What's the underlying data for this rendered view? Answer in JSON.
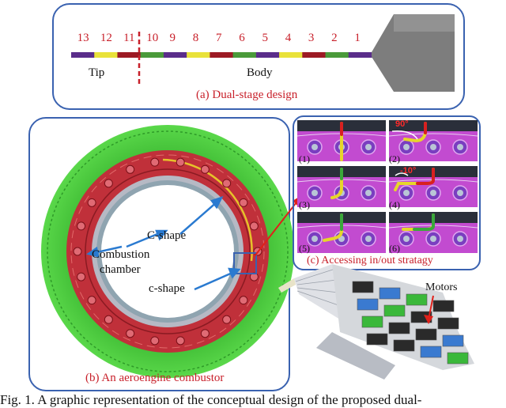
{
  "panel_a": {
    "segment_numbers": [
      "13",
      "12",
      "11",
      "10",
      "9",
      "8",
      "7",
      "6",
      "5",
      "4",
      "3",
      "2",
      "1"
    ],
    "tip_label": "Tip",
    "body_label": "Body",
    "caption": "(a) Dual-stage design",
    "segment_colors": [
      "#5a2d8a",
      "#e9e23a",
      "#9c1a24",
      "#4a9a3a",
      "#5a2d8a",
      "#e9e23a",
      "#9c1a24",
      "#4a9a3a",
      "#5a2d8a",
      "#e9e23a",
      "#9c1a24",
      "#4a9a3a",
      "#5a2d8a"
    ]
  },
  "panel_b": {
    "label_c_shape_upper": "C-shape",
    "label_combustion": "Combustion",
    "label_chamber": "chamber",
    "label_c_shape_lower": "c-shape",
    "caption": "(b) An aeroengine combustor"
  },
  "panel_c": {
    "angle_1": "90°",
    "angle_2": "-10°",
    "step_labels": [
      "(1)",
      "(2)",
      "(3)",
      "(4)",
      "(5)",
      "(6)"
    ],
    "caption": "(c) Accessing in/out stratagy"
  },
  "robot": {
    "motors_label": "Motors"
  },
  "figure_caption": "Fig. 1. A graphic representation of the conceptual design of the proposed dual-",
  "colors": {
    "frame_blue": "#3a62b0",
    "caption_red": "#c8202a",
    "ring_green": "#46c83a",
    "chamber_red": "#c0303a"
  }
}
